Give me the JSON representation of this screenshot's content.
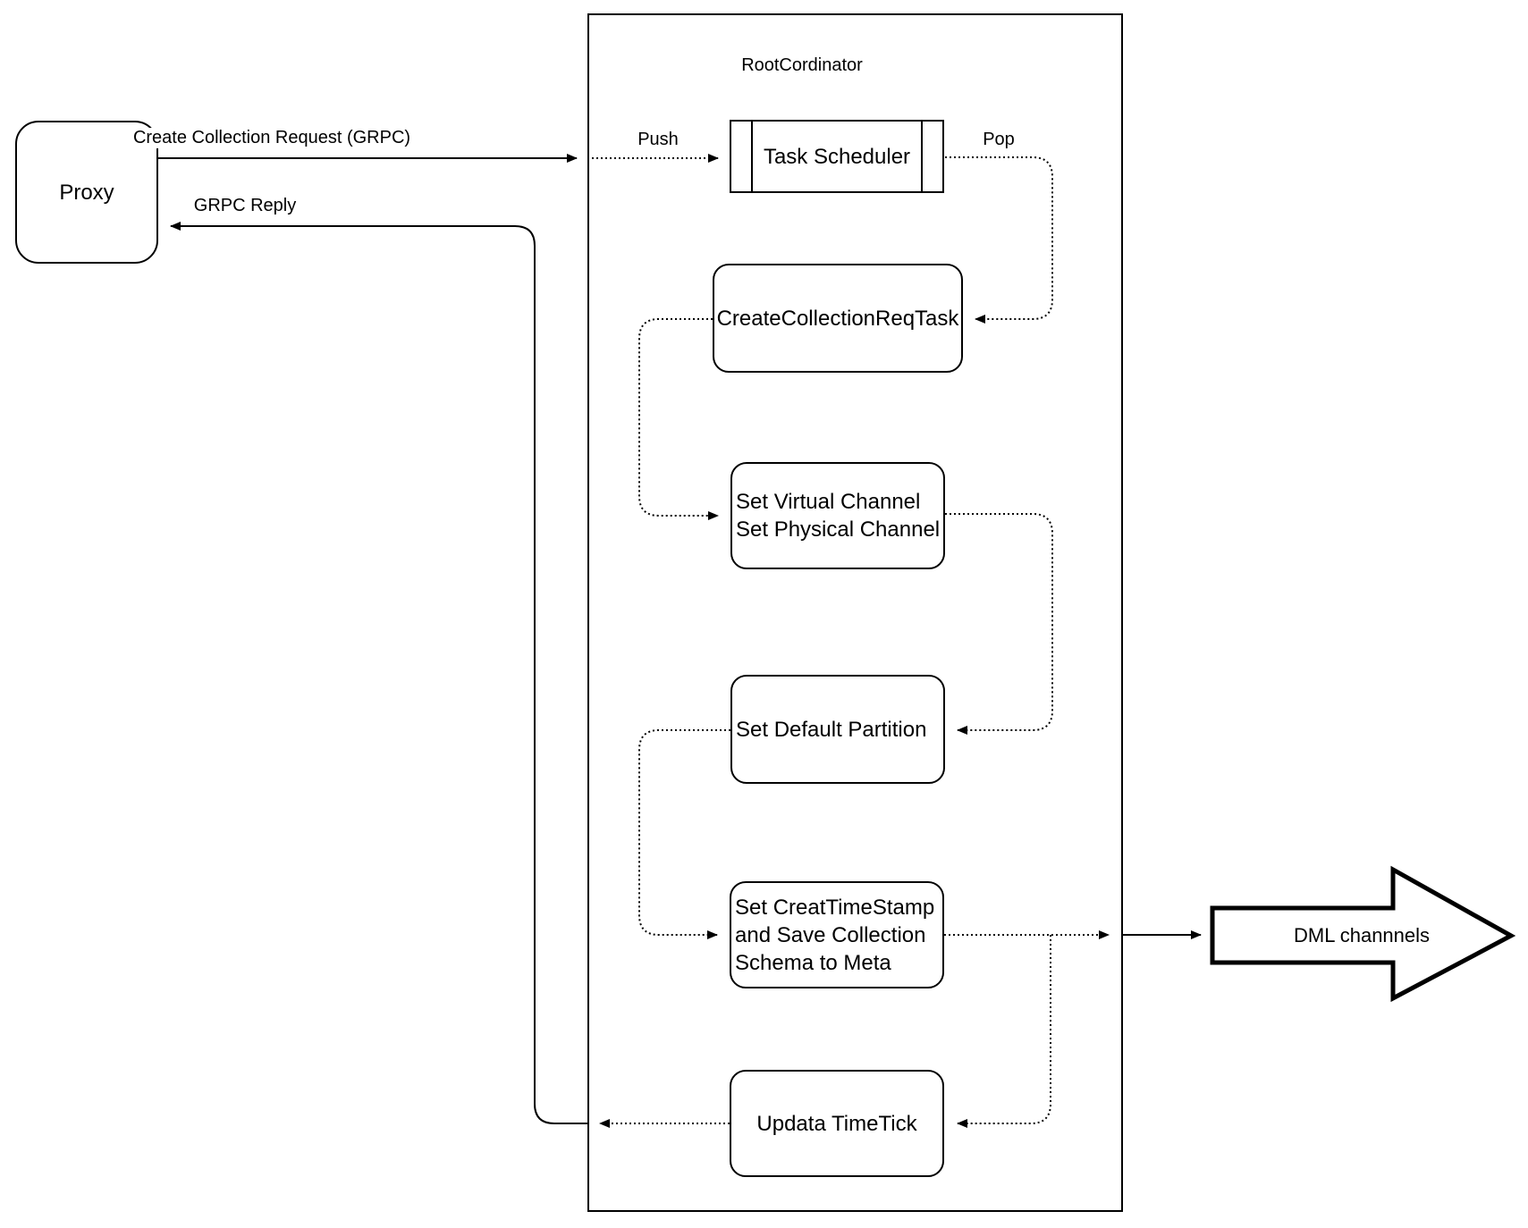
{
  "container": {
    "title": "RootCordinator"
  },
  "nodes": {
    "proxy": "Proxy",
    "task_scheduler": "Task Scheduler",
    "create_collection_req_task": "CreateCollectionReqTask",
    "set_channels": "Set Virtual Channel\nSet Physical Channel",
    "set_default_partition": "Set Default Partition",
    "set_timestamp": "Set CreatTimeStamp\nand Save Collection\nSchema to Meta",
    "update_timetick": "Updata TimeTick",
    "dml_channels": "DML channnels"
  },
  "edge_labels": {
    "request": "Create Collection Request (GRPC)",
    "reply": "GRPC Reply",
    "push": "Push",
    "pop": "Pop"
  },
  "colors": {
    "stroke": "#000000",
    "background": "#ffffff"
  }
}
